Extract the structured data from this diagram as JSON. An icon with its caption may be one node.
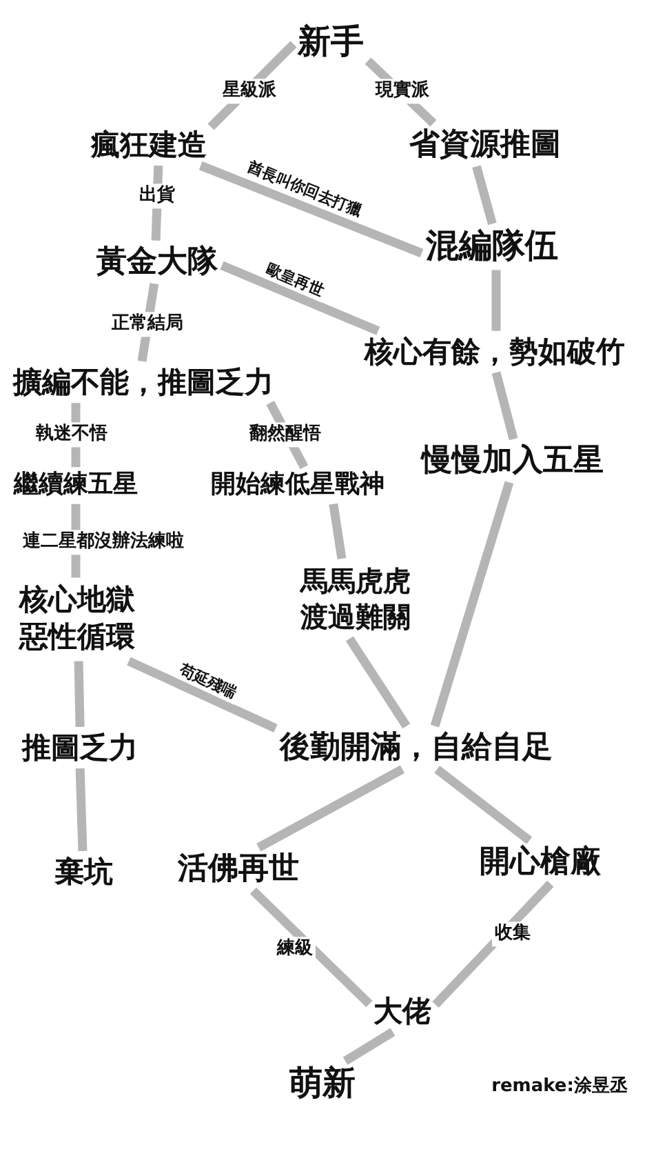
{
  "diagram": {
    "nodes": [
      {
        "text": [
          "新手"
        ]
      },
      {
        "text": [
          "瘋狂建造"
        ]
      },
      {
        "text": [
          "省資源推圖"
        ]
      },
      {
        "text": [
          "混編隊伍"
        ]
      },
      {
        "text": [
          "黃金大隊"
        ]
      },
      {
        "text": [
          "核心有餘，勢如破竹"
        ]
      },
      {
        "text": [
          "擴編不能，推圖乏力"
        ]
      },
      {
        "text": [
          "慢慢加入五星"
        ]
      },
      {
        "text": [
          "繼續練五星"
        ]
      },
      {
        "text": [
          "開始練低星戰神"
        ]
      },
      {
        "text": [
          "核心地獄惡性循環"
        ]
      },
      {
        "text": [
          "馬馬虎虎渡過難關"
        ]
      },
      {
        "text": [
          "推圖乏力"
        ]
      },
      {
        "text": [
          "後勤開滿，自給自足"
        ]
      },
      {
        "text": [
          "棄坑"
        ]
      },
      {
        "text": [
          "活佛再世"
        ]
      },
      {
        "text": [
          "開心槍廠"
        ]
      },
      {
        "text": [
          "大佬"
        ]
      },
      {
        "text": [
          "萌新"
        ]
      }
    ],
    "edges": [
      {
        "from": 0,
        "to": 1,
        "arrow": "none",
        "label": "星級派"
      },
      {
        "from": 0,
        "to": 2,
        "arrow": "none",
        "label": "現實派"
      },
      {
        "from": 1,
        "to": 3,
        "arrow": "none",
        "label": "酋長叫你回去打獵"
      },
      {
        "from": 1,
        "to": 4,
        "arrow": "none",
        "label": "出貨"
      },
      {
        "from": 2,
        "to": 3,
        "arrow": "none"
      },
      {
        "from": 3,
        "to": 5,
        "arrow": "none"
      },
      {
        "from": 4,
        "to": 5,
        "arrow": "none",
        "label": "歐皇再世"
      },
      {
        "from": 4,
        "to": 6,
        "arrow": "none",
        "label": "正常結局"
      },
      {
        "from": 5,
        "to": 7,
        "arrow": "none"
      },
      {
        "from": 6,
        "to": 8,
        "arrow": "none",
        "label": "執迷不悟"
      },
      {
        "from": 6,
        "to": 9,
        "arrow": "none",
        "label": "翻然醒悟"
      },
      {
        "from": 7,
        "to": 13,
        "arrow": "none"
      },
      {
        "from": 8,
        "to": 10,
        "arrow": "none",
        "label": "連二星都沒辦法練啦"
      },
      {
        "from": 9,
        "to": 11,
        "arrow": "none"
      },
      {
        "from": 10,
        "to": 12,
        "arrow": "none"
      },
      {
        "from": 10,
        "to": 13,
        "arrow": "none",
        "label": "苟延殘喘"
      },
      {
        "from": 11,
        "to": 13,
        "arrow": "none"
      },
      {
        "from": 12,
        "to": 14,
        "arrow": "none"
      },
      {
        "from": 13,
        "to": 15,
        "arrow": "none"
      },
      {
        "from": 13,
        "to": 16,
        "arrow": "none"
      },
      {
        "from": 15,
        "to": 17,
        "arrow": "none",
        "label": "練級"
      },
      {
        "from": 16,
        "to": 17,
        "arrow": "none",
        "label": "收集"
      },
      {
        "from": 17,
        "to": 18,
        "arrow": "none"
      }
    ],
    "labels": [
      "remake:涂昱丞"
    ]
  }
}
